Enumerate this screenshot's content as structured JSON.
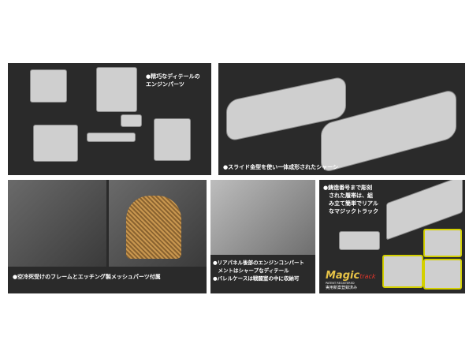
{
  "panels": [
    {
      "caption": "●精巧なディテールの\nエンジンパーツ"
    },
    {
      "caption": "●スライド金型を使い一体成形されたシャーシ"
    },
    {
      "caption": "●空冷死受けのフレームとエッチング製メッシュパーツ付属"
    },
    {
      "caption": "●リアパネル後部のエンジンコンパート\n　メントはシャープなディテール\n●バレルケースは戦闘室の中に収納可"
    },
    {
      "caption": "●鋳造番号まで彫刻\n　された履帯は、組\n　み立て簡単でリアル\n　なマジックトラック"
    }
  ],
  "logo": {
    "main": "Magic",
    "sub": "track",
    "patent": "PATENT REGISTERED",
    "jp": "実用新案登録済み"
  }
}
